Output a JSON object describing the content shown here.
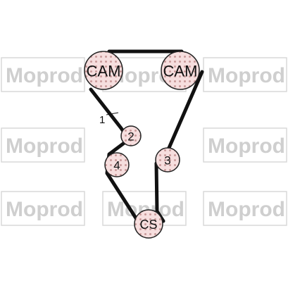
{
  "watermark": {
    "text": "Moprod",
    "color": "#cfcfcf"
  },
  "diagram": {
    "belt_color": "#111111",
    "pulley_fill": "#f6dede",
    "pulleys": [
      {
        "id": "cam-left",
        "label": "CAM"
      },
      {
        "id": "cam-right",
        "label": "CAM"
      },
      {
        "id": "idler-2",
        "label": "2"
      },
      {
        "id": "idler-4",
        "label": "4"
      },
      {
        "id": "idler-3",
        "label": "3"
      },
      {
        "id": "crankshaft",
        "label": "CS"
      }
    ],
    "callout": {
      "label": "1"
    }
  }
}
